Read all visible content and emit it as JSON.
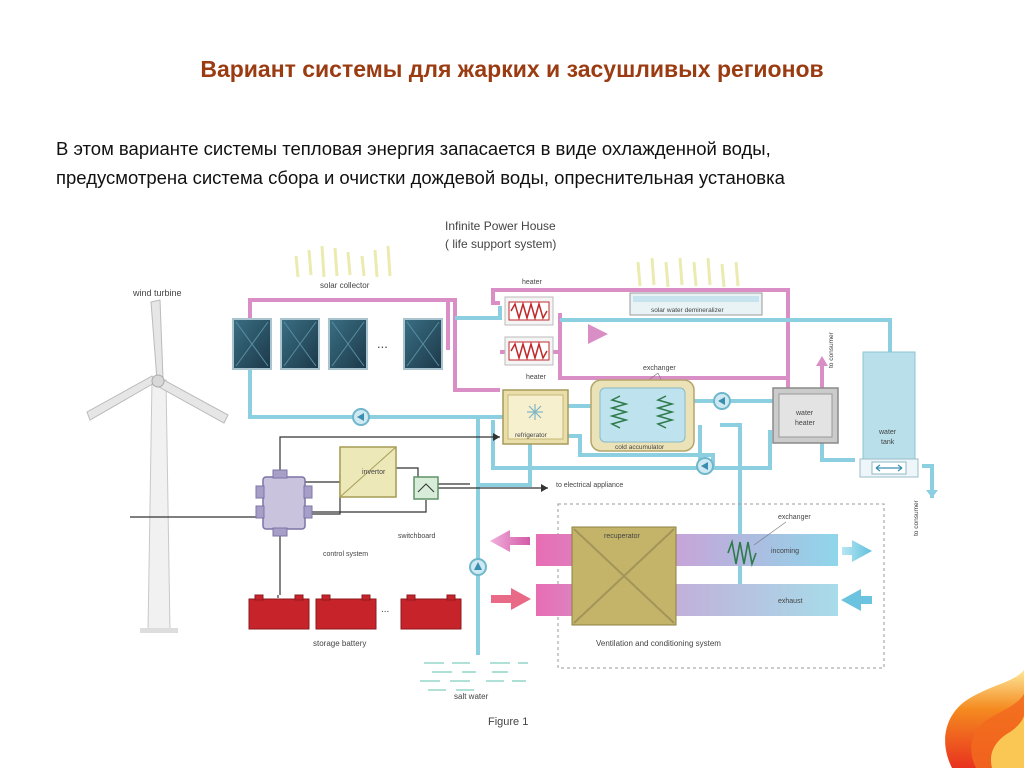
{
  "slide": {
    "title": "Вариант системы для жарких и засушливых регионов",
    "body_lines": [
      "В этом варианте системы тепловая энергия запасается в виде охлажденной воды,",
      "предусмотрена система сбора  и очистки дождевой воды, опреснительная установка"
    ]
  },
  "diagram": {
    "title_line1": "Infinite Power House",
    "title_line2": "( life support system)",
    "caption": "Figure 1",
    "labels": {
      "wind_turbine": "wind turbine",
      "solar_collector": "solar collector",
      "solar_collector_more": "...",
      "heater_top": "heater",
      "heater_bottom": "heater",
      "solar_water_demineralizer": "solar water demineralizer",
      "to_consumer_top": "to consumer",
      "exchanger_top": "exchanger",
      "refrigerator": "refrigerator",
      "cold_accumulator": "cold accumulator",
      "water_heater_1": "water",
      "water_heater_2": "heater",
      "water_tank_1": "water",
      "water_tank_2": "tank",
      "inverter": "invertor",
      "to_electrical_appliance": "to electrical appliance",
      "switchboard": "switchboard",
      "control_system": "control system",
      "to_consumer_right": "to consumer",
      "exchanger_bottom": "exchanger",
      "recuperator": "recuperator",
      "incoming": "incoming",
      "exhaust": "exhaust",
      "ventilation": "Ventilation  and  conditioning  system",
      "storage_battery": "storage battery",
      "battery_more": "...",
      "salt_water": "salt water"
    }
  },
  "colors": {
    "title": "#9b3b12",
    "pipe_blue": "#8ccfe0",
    "pipe_pink": "#d98fc6",
    "heater_red": "#c0282a",
    "battery_red": "#c6232a"
  }
}
